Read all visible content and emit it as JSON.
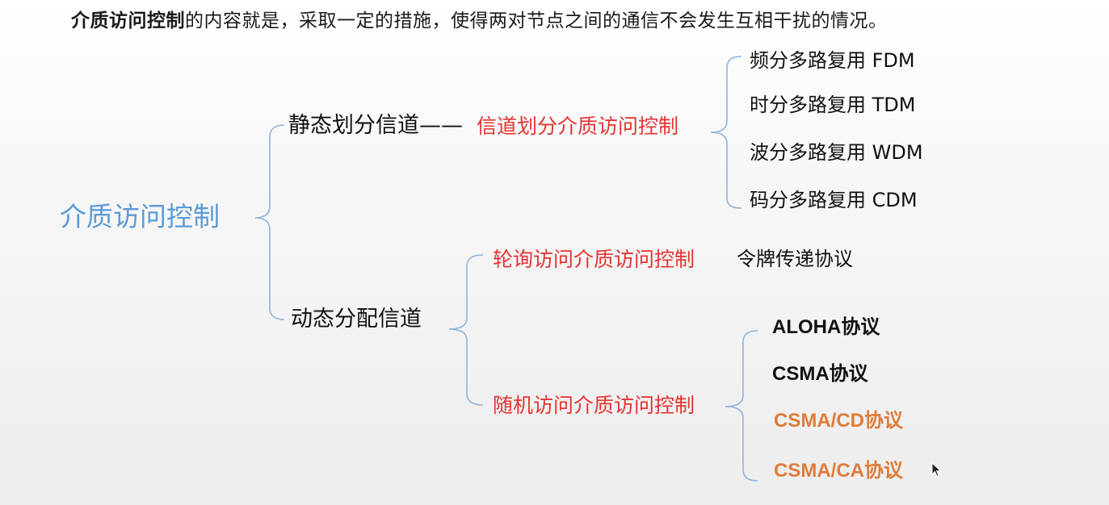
{
  "intro": {
    "bold_term": "介质访问控制",
    "text": "的内容就是，采取一定的措施，使得两对节点之间的通信不会发生互相干扰的情况。"
  },
  "tree": {
    "root": "介质访问控制",
    "static": {
      "label": "静态划分信道——",
      "method": "信道划分介质访问控制",
      "items": [
        "频分多路复用 FDM",
        "时分多路复用 TDM",
        "波分多路复用 WDM",
        "码分多路复用 CDM"
      ]
    },
    "dynamic": {
      "label": "动态分配信道",
      "polling": {
        "method": "轮询访问介质访问控制",
        "protocol": "令牌传递协议"
      },
      "random": {
        "method": "随机访问介质访问控制",
        "protocols": [
          "ALOHA协议",
          "CSMA协议",
          "CSMA/CD协议",
          "CSMA/CA协议"
        ]
      }
    }
  },
  "colors": {
    "root": "#5b9bd5",
    "method": "#e53333",
    "highlight_protocol": "#e07b39",
    "brace": "#8fb4d9"
  }
}
